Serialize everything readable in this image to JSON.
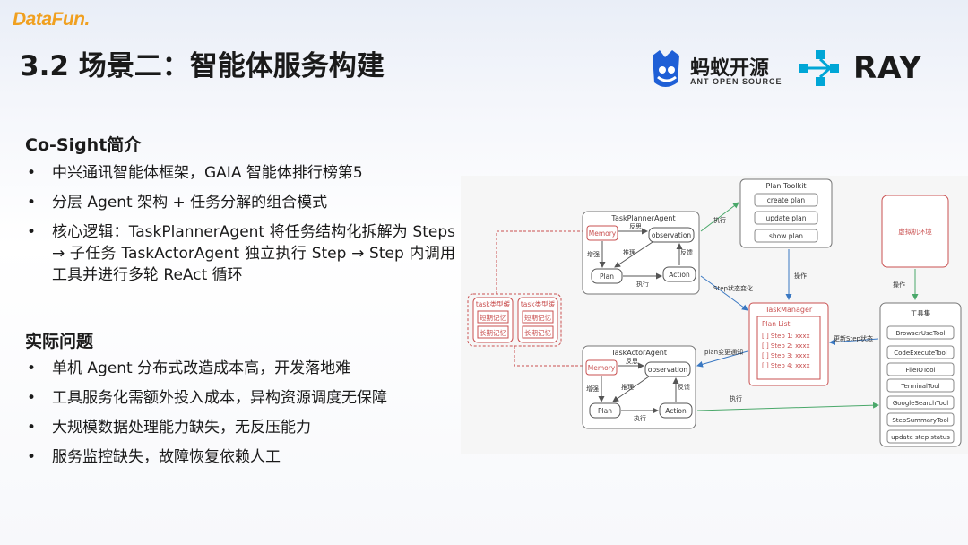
{
  "brand": "DataFun.",
  "title": "3.2 场景二：智能体服务构建",
  "logos": {
    "ant_cn": "蚂蚁开源",
    "ant_en": "ANT OPEN SOURCE",
    "ray": "RAY"
  },
  "cosight": {
    "heading": "Co-Sight简介",
    "bullets": [
      "中兴通讯智能体框架，GAIA 智能体排行榜第5",
      "分层 Agent 架构 + 任务分解的组合模式",
      "核心逻辑：TaskPlannerAgent 将任务结构化拆解为 Steps → 子任务 TaskActorAgent 独立执行 Step → Step 内调用工具并进行多轮 ReAct 循环"
    ]
  },
  "problems": {
    "heading": "实际问题",
    "bullets": [
      "单机 Agent 分布式改造成本高，开发落地难",
      "工具服务化需额外投入成本，异构资源调度无保障",
      "大规模数据处理能力缺失，无反压能力",
      "服务监控缺失，故障恢复依赖人工"
    ]
  },
  "diagram": {
    "planner_title": "TaskPlannerAgent",
    "actor_title": "TaskActorAgent",
    "memory": "Memory",
    "observation": "observation",
    "plan": "Plan",
    "action": "Action",
    "fansi": "反思",
    "tuili": "推理",
    "fankui": "反馈",
    "zhixing": "执行",
    "jiyi": "增强",
    "plan_toolkit": "Plan Toolkit",
    "create_plan": "create plan",
    "update_plan": "update plan",
    "show_plan": "show plan",
    "caozuo": "操作",
    "step_change": "Step状态变化",
    "task_manager": "TaskManager",
    "plan_list": "Plan List",
    "steps": [
      "[ ] Step 1: xxxx",
      "[ ] Step 2: xxxx",
      "[ ] Step 3: xxxx",
      "[ ] Step 4: xxxx"
    ],
    "plan_notice": "plan变更通知",
    "update_step": "更新Step状态",
    "sandbox": "虚拟机环境",
    "tools_title": "工具集",
    "tools": [
      "BrowserUseTool",
      "CodeExecuteTool",
      "FileIOTool",
      "TerminalTool",
      "GoogleSearchTool",
      "StepSummaryTool",
      "update step status"
    ],
    "mem_type": "task类型缓",
    "short_mem": "短期记忆",
    "long_mem": "长期记忆"
  }
}
